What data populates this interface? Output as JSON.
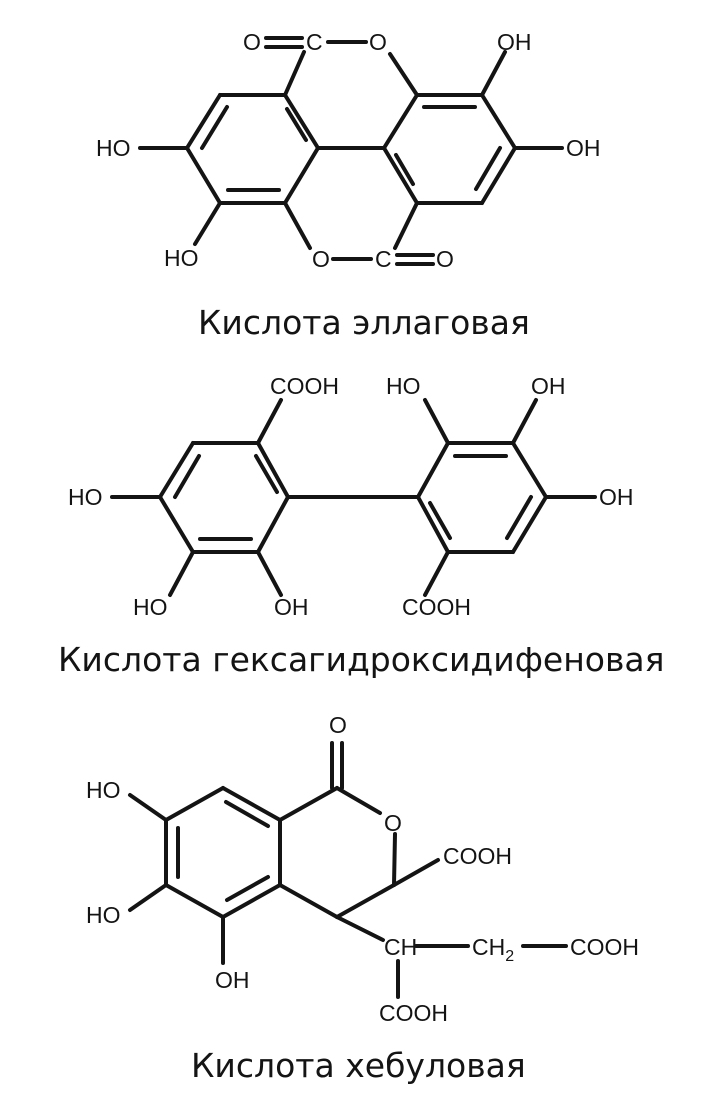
{
  "figure": {
    "compounds": [
      {
        "caption": "Кислота эллаговая",
        "labels": {
          "o_carbonyl_top": "O",
          "c_top": "C",
          "o_ring_top": "O",
          "oh_top_right": "OH",
          "oh_right": "OH",
          "ho_left": "HO",
          "ho_bottom_left": "HO",
          "o_ring_bottom": "O",
          "c_bottom": "C",
          "o_carbonyl_bottom": "O"
        }
      },
      {
        "caption": "Кислота гексагидроксидифеновая",
        "labels": {
          "cooh_top": "COOH",
          "ho_top": "HO",
          "oh_top": "OH",
          "ho_left": "HO",
          "oh_right": "OH",
          "ho_bottom": "HO",
          "oh_bottom": "OH",
          "cooh_bottom": "COOH"
        }
      },
      {
        "caption": "Кислота хебуловая",
        "labels": {
          "o_carbonyl": "O",
          "ho_top": "HO",
          "o_ring": "O",
          "cooh_ring": "COOH",
          "ho_middle": "HO",
          "oh_bottom": "OH",
          "ch": "CH",
          "ch2_main": "CH",
          "ch2_sub": "2",
          "cooh_chain": "COOH",
          "cooh_down": "COOH"
        }
      }
    ]
  }
}
